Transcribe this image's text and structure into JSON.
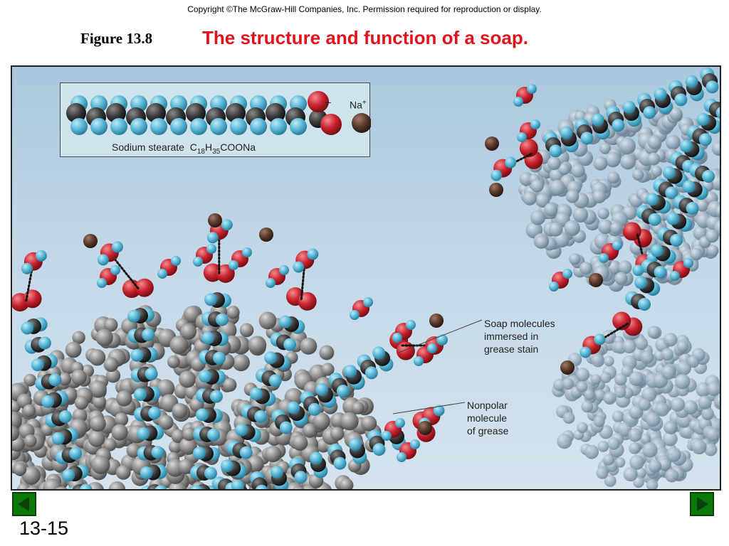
{
  "header": {
    "copyright": "Copyright ©The McGraw-Hill Companies, Inc.  Permission required for reproduction or display.",
    "figure_label": "Figure 13.8",
    "title": "The structure and function of a soap."
  },
  "inset": {
    "compound_name": "Sodium stearate",
    "formula_parts": [
      "C",
      "18",
      "H",
      "35",
      "COONa"
    ],
    "anion_charge": "–",
    "cation_symbol": "Na",
    "cation_charge": "+"
  },
  "callouts": {
    "soap": "Soap molecules\nimmersed in\ngrease stain",
    "grease": "Nonpolar\nmolecule\nof grease"
  },
  "nav": {
    "prev_icon": "triangle-left-icon",
    "next_icon": "triangle-right-icon"
  },
  "slide_number": "13-15",
  "colors": {
    "title": "#e0131b",
    "carbon": "#3a3a3a",
    "hydrogen": "#5ab8d6",
    "oxygen": "#c8232e",
    "sodium": "#5a3a2c",
    "grease": "#8d8d8d",
    "nav_green": "#0b7a0b",
    "background": "#bcd3e4"
  }
}
